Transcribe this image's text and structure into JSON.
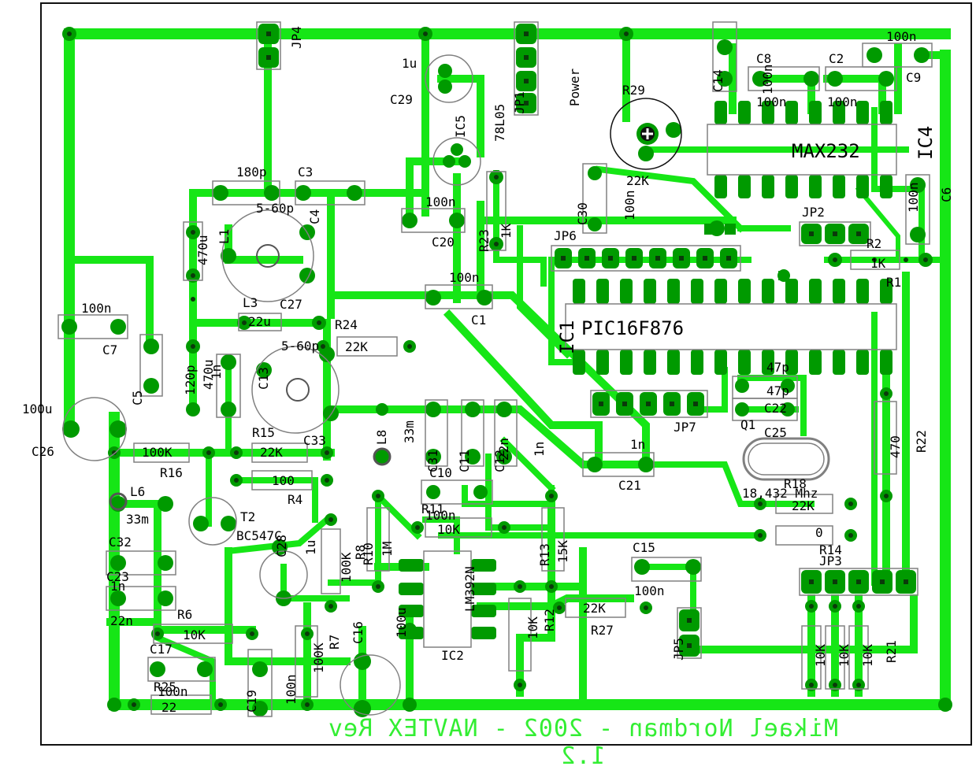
{
  "colors": {
    "trace": "#16e616",
    "pad": "#009a00",
    "drill": "#0a3a0a",
    "silk": "#000000",
    "outline": "#808080",
    "footer": "#33ee33"
  },
  "board": {
    "footer_text": "Mikael Nordman - 2002 - NAVTEX Rev 1.2"
  },
  "labels": {
    "jp4": "JP4",
    "power": "Power",
    "jp1": "JP1",
    "u1": "1u",
    "c29": "C29",
    "ic5": "IC5",
    "ic5_part": "78L05",
    "r29": "R29",
    "r29_val": "22K",
    "c14": "C14",
    "c14_val": "100n",
    "c8": "C8",
    "c8_val": "100n",
    "c2": "C2",
    "c2_val": "100n",
    "c9": "C9",
    "c9_top": "100n",
    "max232": "MAX232",
    "ic4": "IC4",
    "c6": "C6",
    "c6_val": "100n",
    "c30": "C30",
    "c30_val": "100n",
    "jp2": "JP2",
    "r2": "R2",
    "r2_val": "1K",
    "r1": "R1",
    "jp6": "JP6",
    "c3": "C3",
    "c3_val": "180p",
    "c4_val": "5-60p",
    "c4": "C4",
    "l1": "L1",
    "l1_val": "470u",
    "l3": "L3",
    "l3_val": "22u",
    "c27": "C27",
    "c20": "C20",
    "c20_val": "100n",
    "r23": "R23",
    "r23_val": "1K",
    "c1_val": "100n",
    "c1": "C1",
    "ic1": "IC1",
    "pic": "PIC16F876",
    "c7_val": "100n",
    "c7": "C7",
    "c5": "C5",
    "c5_val": "120p",
    "l2_val": "470u",
    "l2": "1n",
    "c13": "C13",
    "c24_val": "5-60p",
    "c24": "R24",
    "r24_val": "22K",
    "c22_val1": "47p",
    "c22_val2": "47p",
    "c22": "C22",
    "q1": "Q1",
    "c25": "C25",
    "jp7": "JP7",
    "c26_val": "100u",
    "c26": "C26",
    "r16_val": "100K",
    "r16": "R16",
    "r15": "R15",
    "r15_val": "22K",
    "c33": "C33",
    "r4_val": "100",
    "r4": "R4",
    "l8": "L8",
    "l8_val": "33m",
    "c31": "C31",
    "c11": "C11",
    "c12": "C12",
    "c11_val": "22n",
    "c12_val": "1n",
    "c10": "C10",
    "c21_val": "1n",
    "c21": "C21",
    "r22": "R22",
    "r22_val": "470",
    "r18": "R18",
    "xtal": "18,432 Mhz",
    "r19_val": "22K",
    "r14": "R14",
    "r14_val": "0",
    "l6": "L6",
    "l6_val": "33m",
    "t2": "T2",
    "t2_part": "BC547C",
    "c28": "C28",
    "c28_val": "1u",
    "r8_val": "100K",
    "r8": "R8",
    "r10": "R10",
    "r10_val": "1M",
    "r11": "R11",
    "r11_val": "10K",
    "c10_val": "100n",
    "r13": "R13",
    "r13_val": "15K",
    "c15": "C15",
    "c15_val": "100n",
    "jp3": "JP3",
    "c32": "C32",
    "c23": "C23",
    "c23_val": "1n",
    "c32_val": "22n",
    "r6": "R6",
    "r6_val": "10K",
    "c17": "C17",
    "r25": "R25",
    "r25_val": "22",
    "c18_val": "100n",
    "c19": "C19",
    "c19_val": "100n",
    "r7_val": "100K",
    "r7": "R7",
    "c16": "C16",
    "c16_val": "100u",
    "lm": "LM392N",
    "ic2": "IC2",
    "r12_val": "10K",
    "r12": "R12",
    "r27_val": "22K",
    "r27": "R27",
    "jp5": "JP5",
    "r20_val": "10K",
    "r26_val": "10K",
    "r28_val": "10K",
    "r21": "R21"
  }
}
